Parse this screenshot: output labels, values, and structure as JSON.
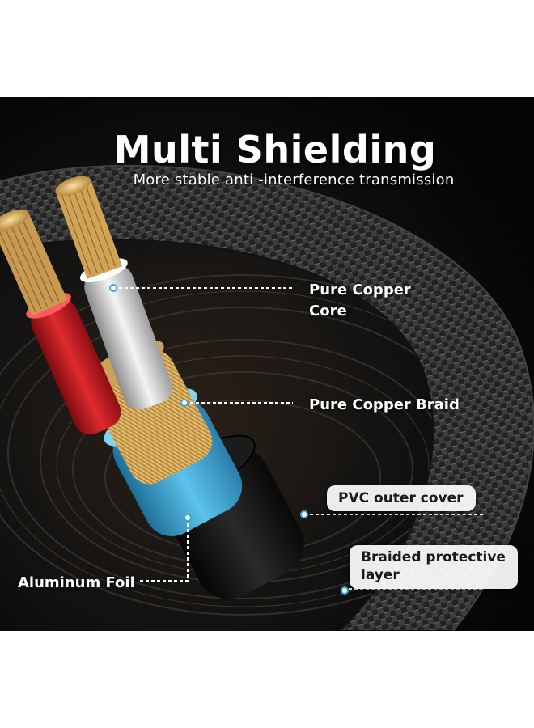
{
  "title": "Multi Shielding",
  "subtitle": "More stable anti -interference transmission",
  "labels": {
    "core_line1": "Pure Copper",
    "core_line2": "Core",
    "braid": "Pure Copper Braid",
    "pvc": "PVC outer cover",
    "braided_line1": "Braided protective",
    "braided_line2": "layer",
    "foil": "Aluminum Foil"
  },
  "colors": {
    "background": "#0a0a0a",
    "red_insulation": "#c8161d",
    "white_insulation": "#e6e6e6",
    "blue_foil": "#3fa9d6",
    "copper": "#c99a52",
    "label_text": "#ffffff"
  }
}
